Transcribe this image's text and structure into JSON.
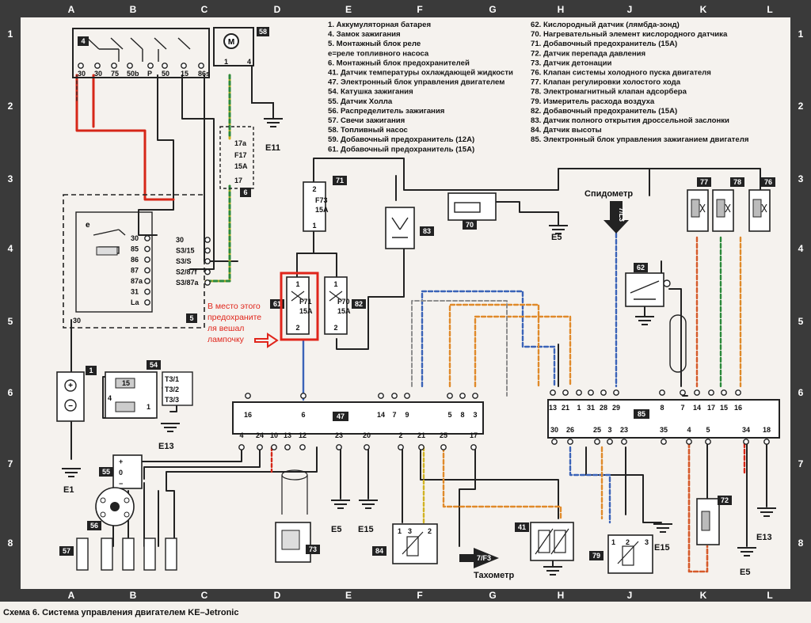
{
  "grid": {
    "columns": [
      "A",
      "B",
      "C",
      "D",
      "E",
      "F",
      "G",
      "H",
      "J",
      "K",
      "L"
    ],
    "rows": [
      "1",
      "2",
      "3",
      "4",
      "5",
      "6",
      "7",
      "8"
    ]
  },
  "legend": [
    "1. Аккумуляторная батарея",
    "4. Замок зажигания",
    "5. Монтажный блок реле",
    "e=реле топливного насоса",
    "6. Монтажный блок предохранителей",
    "41. Датчик температуры охлаждающей жидкости",
    "47. Электронный блок управления двигателем",
    "54. Катушка зажигания",
    "55. Датчик Холла",
    "56. Распределитель зажигания",
    "57. Свечи зажигания",
    "58. Топливный насос",
    "59. Добавочный предохранитель (12А)",
    "61. Добавочный предохранитель (15А)",
    "62. Кислородный датчик (лямбда-зонд)",
    "70. Нагревательный элемент кислородного датчика",
    "71. Добавочный предохранитель (15А)",
    "72. Датчик перепада давления",
    "73. Датчик детонации",
    "76. Клапан системы холодного пуска двигателя",
    "77. Клапан регулировки холостого хода",
    "78. Электромагнитный клапан адсорбера",
    "79. Измеритель расхода воздуха",
    "82. Добавочный предохранитель (15А)",
    "83. Датчик полного открытия дроссельной заслонки",
    "84. Датчик высоты",
    "85. Электронный блок управления зажиганием двигателя"
  ],
  "caption": "Схема 6. Система управления двигателем KE–Jetronic",
  "annotation": [
    "В место этого",
    "предохраните",
    "ля вешал",
    "лампочку"
  ],
  "labels": {
    "speedometer": "Спидометр",
    "tachometer": "Тахометр",
    "speedo_ref": "7/L3",
    "tacho_ref": "7/F3"
  },
  "components": {
    "c1": "1",
    "c4": "4",
    "c5": "5",
    "c6": "6",
    "c41": "41",
    "c47": "47",
    "c54": "54",
    "c55": "55",
    "c56": "56",
    "c57": "57",
    "c58": "58",
    "c61": "61",
    "c62": "62",
    "c70": "70",
    "c71": "71",
    "c72": "72",
    "c73": "73",
    "c76": "76",
    "c77": "77",
    "c78": "78",
    "c79": "79",
    "c82": "82",
    "c83": "83",
    "c84": "84",
    "c85": "85"
  },
  "fuses": {
    "f17": [
      "17a",
      "F17",
      "15A",
      "17"
    ],
    "f73": [
      "F73",
      "15A"
    ],
    "f71": [
      "F71",
      "15A"
    ],
    "f70": [
      "F70",
      "15A"
    ]
  },
  "grounds": {
    "e11": "E11",
    "e5a": "E5",
    "e13a": "E13",
    "e1": "E1",
    "e5b": "E5",
    "e15a": "E15",
    "e15b": "E15",
    "e5c": "E5",
    "e13b": "E13"
  },
  "switch4_pins": [
    "30",
    "30",
    "75",
    "50b",
    "P",
    "50",
    "15",
    "86s"
  ],
  "relay5_pins": [
    "30",
    "85",
    "86",
    "87",
    "87a",
    "31",
    "La"
  ],
  "relay5_outputs": [
    "30",
    "S3/15",
    "S3/S",
    "S2/87f",
    "S3/87a"
  ],
  "coil54_pins": [
    "15",
    "4",
    "1",
    "T3/1",
    "T3/2",
    "T3/3"
  ],
  "ecu47_top": [
    "16",
    "6",
    "14",
    "7",
    "9",
    "5",
    "8",
    "3"
  ],
  "ecu47_bottom": [
    "4",
    "24",
    "10",
    "13",
    "12",
    "23",
    "20",
    "2",
    "21",
    "25",
    "17"
  ],
  "ecu85_top": [
    "13",
    "21",
    "1",
    "31",
    "28",
    "29",
    "8",
    "7",
    "14",
    "17",
    "15",
    "16"
  ],
  "ecu85_bottom": [
    "30",
    "26",
    "25",
    "3",
    "23",
    "35",
    "4",
    "5",
    "34",
    "18"
  ]
}
